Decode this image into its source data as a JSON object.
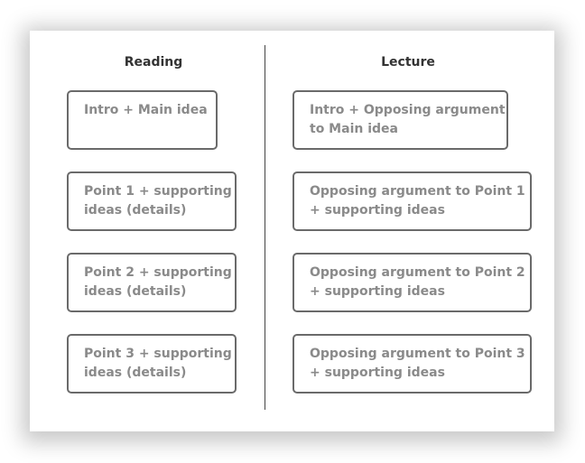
{
  "reading": {
    "title": "Reading",
    "boxes": [
      "Intro + Main idea",
      "Point 1 + supporting\nideas (details)",
      "Point 2 + supporting\nideas (details)",
      "Point 3 + supporting\nideas (details)"
    ]
  },
  "lecture": {
    "title": "Lecture",
    "boxes": [
      "Intro + Opposing argument\nto Main idea",
      "Opposing argument to Point 1\n+ supporting ideas",
      "Opposing argument to Point 2\n+ supporting ideas",
      "Opposing argument to Point 3\n+ supporting ideas"
    ]
  }
}
